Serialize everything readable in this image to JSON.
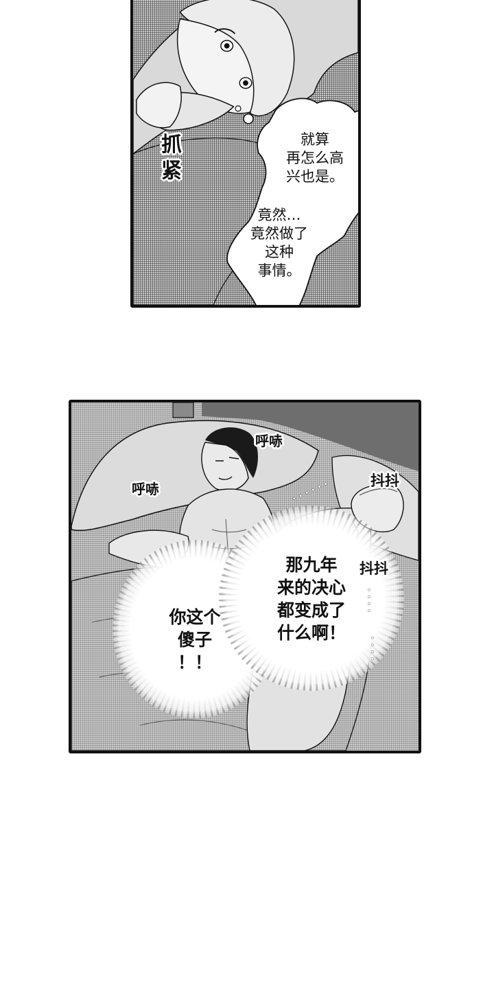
{
  "page": {
    "background": "#ffffff",
    "ink_color": "#111111",
    "screentone_color": "#9a9a9a"
  },
  "panel_1": {
    "description": "Close-up of a blond man clutching a blanket over his mouth, looking anxious",
    "sfx": "抓紧",
    "thought_bubble": {
      "lines_1": "就算\n再怎么高\n兴也是。",
      "lines_2": "竟然…\n竟然做了\n这种\n事情。"
    }
  },
  "panel_2": {
    "description": "Dark-haired shirtless man asleep in bed beside blond man trembling under the covers",
    "sfx_breathing_1": "呼哧",
    "sfx_breathing_2": "呼哧",
    "sfx_trembling_1": "抖抖",
    "sfx_trembling_2": "抖抖",
    "burst_1": "你这个\n傻子\n！！",
    "burst_2": "那九年\n来的决心\n都变成了\n什么啊！",
    "dots_1": "· · · · · ·",
    "dots_2": "· · · ·",
    "dots_3": "· · · ·"
  }
}
